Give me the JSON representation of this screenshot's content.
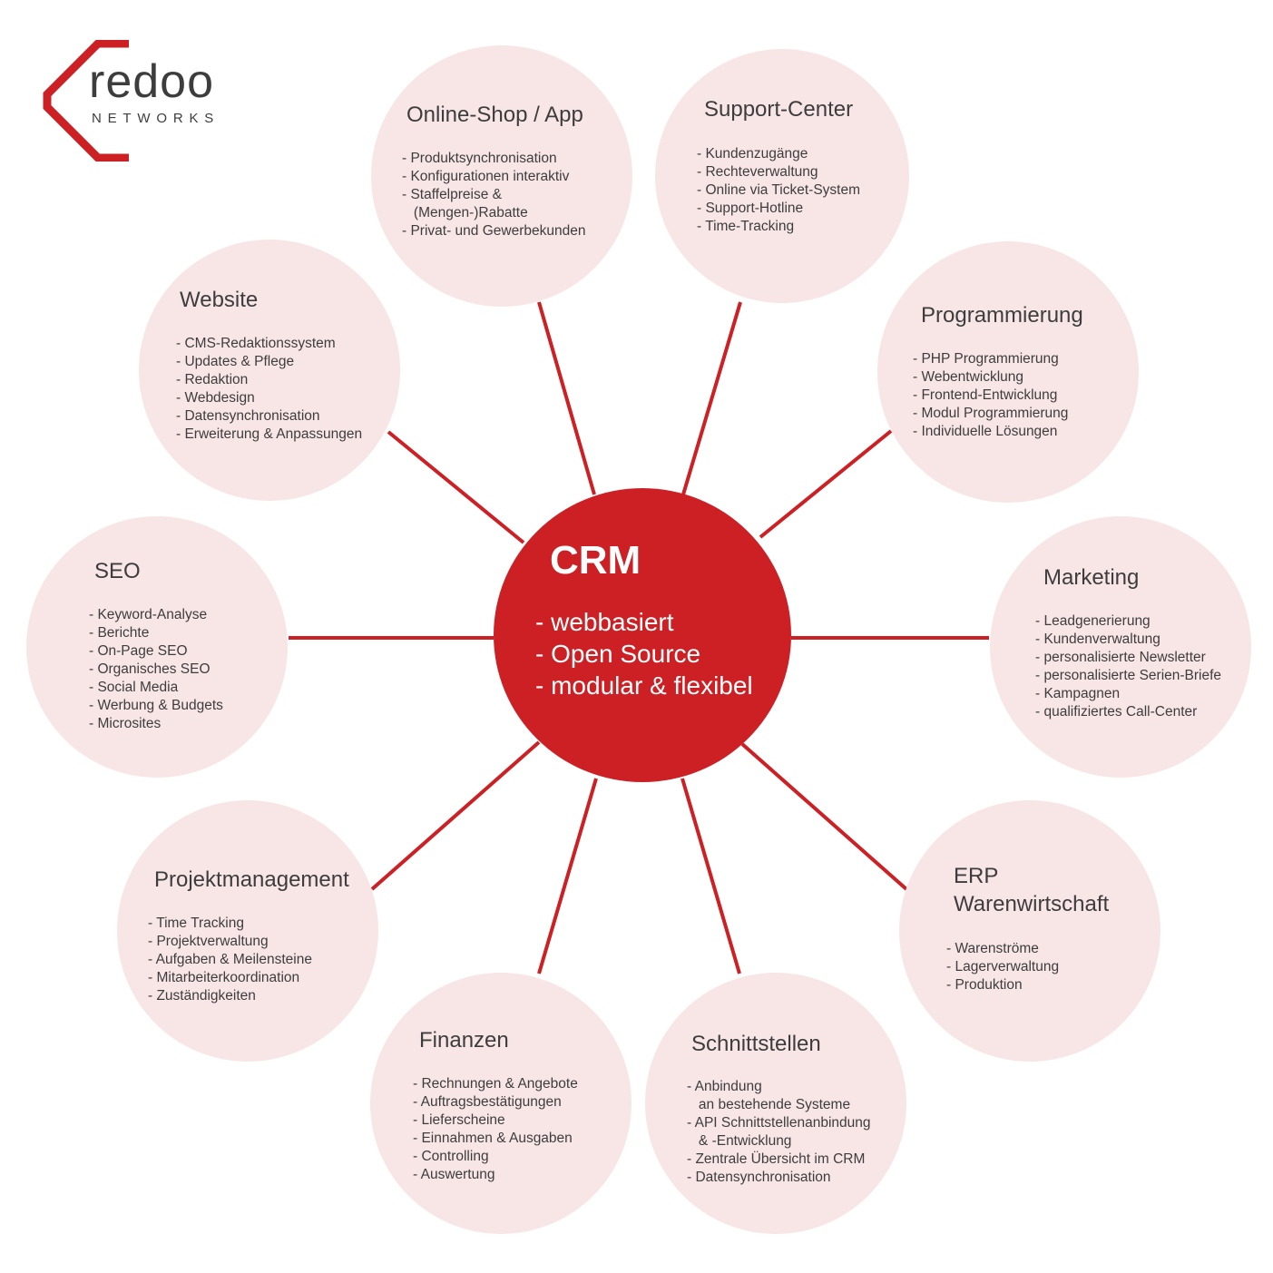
{
  "logo": {
    "word": "redoo",
    "subtitle": "NETWORKS"
  },
  "colors": {
    "accent": "#cc2024",
    "node_fill": "#f8e6e6",
    "text": "#3d3d3d"
  },
  "center": {
    "title": "CRM",
    "items": [
      "- webbasiert",
      "- Open Source",
      "- modular & flexibel"
    ]
  },
  "nodes": [
    {
      "title": "Online-Shop / App",
      "items": [
        "- Produktsynchronisation",
        "- Konfigurationen interaktiv",
        "- Staffelpreise &",
        "   (Mengen-)Rabatte",
        "- Privat- und Gewerbekunden"
      ]
    },
    {
      "title": "Support-Center",
      "items": [
        "- Kundenzugänge",
        "- Rechteverwaltung",
        "- Online via Ticket-System",
        "- Support-Hotline",
        "- Time-Tracking"
      ]
    },
    {
      "title": "Programmierung",
      "items": [
        "- PHP Programmierung",
        "- Webentwicklung",
        "- Frontend-Entwicklung",
        "- Modul Programmierung",
        "- Individuelle Lösungen"
      ]
    },
    {
      "title": "Marketing",
      "items": [
        "- Leadgenerierung",
        "- Kundenverwaltung",
        "- personalisierte Newsletter",
        "- personalisierte Serien-Briefe",
        "- Kampagnen",
        "- qualifiziertes Call-Center"
      ]
    },
    {
      "title": "ERP\nWarenwirtschaft",
      "items": [
        "- Warenströme",
        "- Lagerverwaltung",
        "- Produktion"
      ]
    },
    {
      "title": "Schnittstellen",
      "items": [
        "- Anbindung",
        "   an bestehende Systeme",
        "- API Schnittstellenanbindung",
        "   & -Entwicklung",
        "- Zentrale Übersicht im CRM",
        "- Datensynchronisation"
      ]
    },
    {
      "title": "Finanzen",
      "items": [
        "- Rechnungen & Angebote",
        "- Auftragsbestätigungen",
        "- Lieferscheine",
        "- Einnahmen & Ausgaben",
        "- Controlling",
        "- Auswertung"
      ]
    },
    {
      "title": "Projektmanagement",
      "items": [
        "- Time Tracking",
        "- Projektverwaltung",
        "- Aufgaben & Meilensteine",
        "- Mitarbeiterkoordination",
        "- Zuständigkeiten"
      ]
    },
    {
      "title": "SEO",
      "items": [
        "- Keyword-Analyse",
        "- Berichte",
        "- On-Page SEO",
        "- Organisches SEO",
        "- Social Media",
        "- Werbung & Budgets",
        "- Microsites"
      ]
    },
    {
      "title": "Website",
      "items": [
        "- CMS-Redaktionssystem",
        "- Updates & Pflege",
        "- Redaktion",
        "- Webdesign",
        "- Datensynchronisation",
        "- Erweiterung & Anpassungen"
      ]
    }
  ]
}
